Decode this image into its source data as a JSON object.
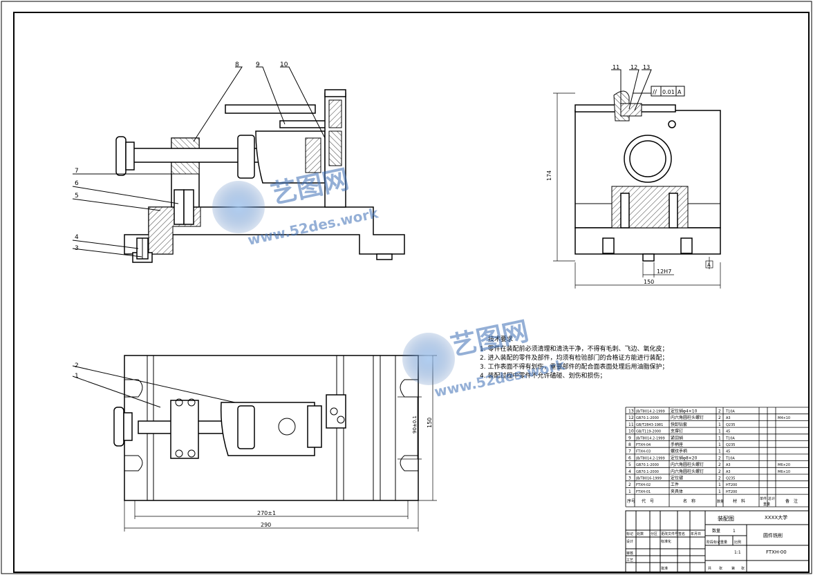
{
  "callouts": {
    "top_view": [
      "8",
      "9",
      "10",
      "7",
      "6",
      "5",
      "4",
      "3"
    ],
    "side_view": [
      "11",
      "12",
      "13"
    ],
    "plan_view": [
      "2",
      "1"
    ]
  },
  "dimensions": {
    "side_height": "174",
    "side_width": "150",
    "side_slot": "12H7",
    "plan_height": "150",
    "plan_inner": "90±0.1",
    "plan_inner_width": "270±1",
    "plan_width": "290"
  },
  "tolerance_frame": {
    "symbol": "//",
    "value": "0.01",
    "datum": "A"
  },
  "datum_label": "A",
  "tech_requirements": {
    "title": "技术要求",
    "items": [
      "1. 零件在装配前必须清理和清洗干净，不得有毛刺、飞边、氧化皮；",
      "2. 进入装配的零件及部件，均须有检验部门的合格证方能进行装配；",
      "3. 工作表面不得有划伤，重要部件的配合面表面处理后用油脂保护；",
      "4. 装配过程中零件不允许磕碰、划伤和损伤；"
    ]
  },
  "bom": {
    "rows": [
      {
        "no": "13",
        "code": "JB/T8014.2-1999",
        "name": "定位销φ4×10",
        "qty": "2",
        "mat": "T10A",
        "note": ""
      },
      {
        "no": "12",
        "code": "GB70.1-2000",
        "name": "内六角圆柱头螺钉",
        "qty": "2",
        "mat": "A3",
        "note": "M4×10"
      },
      {
        "no": "11",
        "code": "GB/T2843-1981",
        "name": "快卸钻套",
        "qty": "1",
        "mat": "Q235",
        "note": ""
      },
      {
        "no": "10",
        "code": "GB/T119-2000",
        "name": "支撑钉",
        "qty": "1",
        "mat": "45",
        "note": ""
      },
      {
        "no": "9",
        "code": "JB/T8014.2-1999",
        "name": "紧固销",
        "qty": "1",
        "mat": "T10A",
        "note": ""
      },
      {
        "no": "8",
        "code": "FTXH-04",
        "name": "手柄座",
        "qty": "1",
        "mat": "Q235",
        "note": ""
      },
      {
        "no": "7",
        "code": "FTXH-03",
        "name": "螺纹手柄",
        "qty": "1",
        "mat": "45",
        "note": ""
      },
      {
        "no": "6",
        "code": "JB/T8014.2-1999",
        "name": "定位销φ8×20",
        "qty": "2",
        "mat": "T10A",
        "note": ""
      },
      {
        "no": "5",
        "code": "GB70.1-2000",
        "name": "内六角圆柱头螺钉",
        "qty": "2",
        "mat": "A3",
        "note": "M6×20"
      },
      {
        "no": "4",
        "code": "GB70.1-2000",
        "name": "内六角圆柱头螺钉",
        "qty": "2",
        "mat": "A3",
        "note": "M6×10"
      },
      {
        "no": "3",
        "code": "JB/T8016-1999",
        "name": "定位键",
        "qty": "2",
        "mat": "Q235",
        "note": ""
      },
      {
        "no": "2",
        "code": "FTXH-02",
        "name": "工件",
        "qty": "1",
        "mat": "HT200",
        "note": ""
      },
      {
        "no": "1",
        "code": "FTXH-01",
        "name": "夹具体",
        "qty": "1",
        "mat": "HT200",
        "note": ""
      }
    ],
    "header": {
      "no": "序号",
      "code": "代　号",
      "name": "名　称",
      "qty": "数量",
      "mat": "材　料",
      "single_weight": "单件",
      "total_weight": "总计",
      "weight": "重量",
      "note": "备　注"
    }
  },
  "title_block": {
    "drawing_title": "装配图",
    "school": "XXXX大学",
    "part_name": "圆件铣削",
    "drawing_no": "FTXH-00",
    "qty_label": "数量",
    "qty_value": "1",
    "scale_label": "比例",
    "scale_value": "1:1",
    "stage_label": "阶段标记",
    "weight_label": "重量",
    "mark_label": "标记",
    "count_label": "处数",
    "zone_label": "分区",
    "change_label": "更改文件号",
    "sign_label": "签名",
    "date_label": "年月日",
    "design_label": "设计",
    "std_label": "标准化",
    "review_label": "审核",
    "process_label": "工艺",
    "approve_label": "批准",
    "total_label": "共",
    "sheet_label": "张",
    "page_label": "第",
    "sheet2_label": "张"
  },
  "watermark": {
    "brand": "艺图网",
    "url": "www.52des.work"
  }
}
